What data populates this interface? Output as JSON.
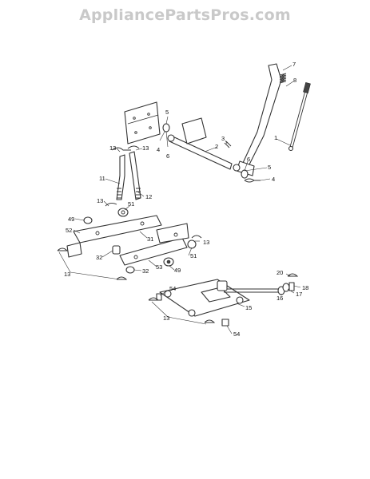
{
  "watermark": "AppliancePartsPros.com",
  "callouts": [
    "1",
    "2",
    "3",
    "4",
    "5",
    "6",
    "7",
    "8",
    "11",
    "12",
    "13",
    "15",
    "16",
    "17",
    "18",
    "20",
    "31",
    "32",
    "49",
    "51",
    "52",
    "53",
    "54"
  ]
}
